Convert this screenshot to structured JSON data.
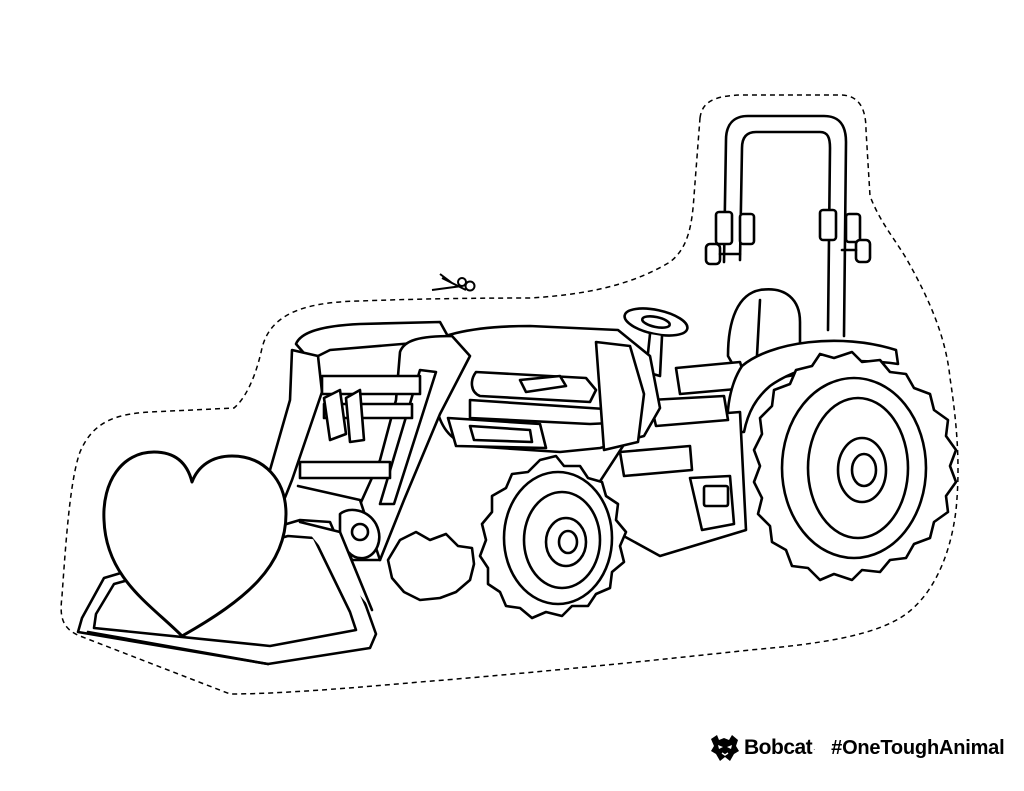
{
  "page": {
    "background": "#ffffff",
    "line_color": "#000000"
  },
  "cutout": {
    "icon": "scissors-icon",
    "border_style": "dashed"
  },
  "illustration": {
    "subject": "tractor-with-front-loader",
    "bucket_decoration": "heart-icon"
  },
  "brand": {
    "logo_icon": "bobcat-logo",
    "name": "Bobcat",
    "registered_mark": ".",
    "hashtag": "#OneToughAnimal"
  }
}
